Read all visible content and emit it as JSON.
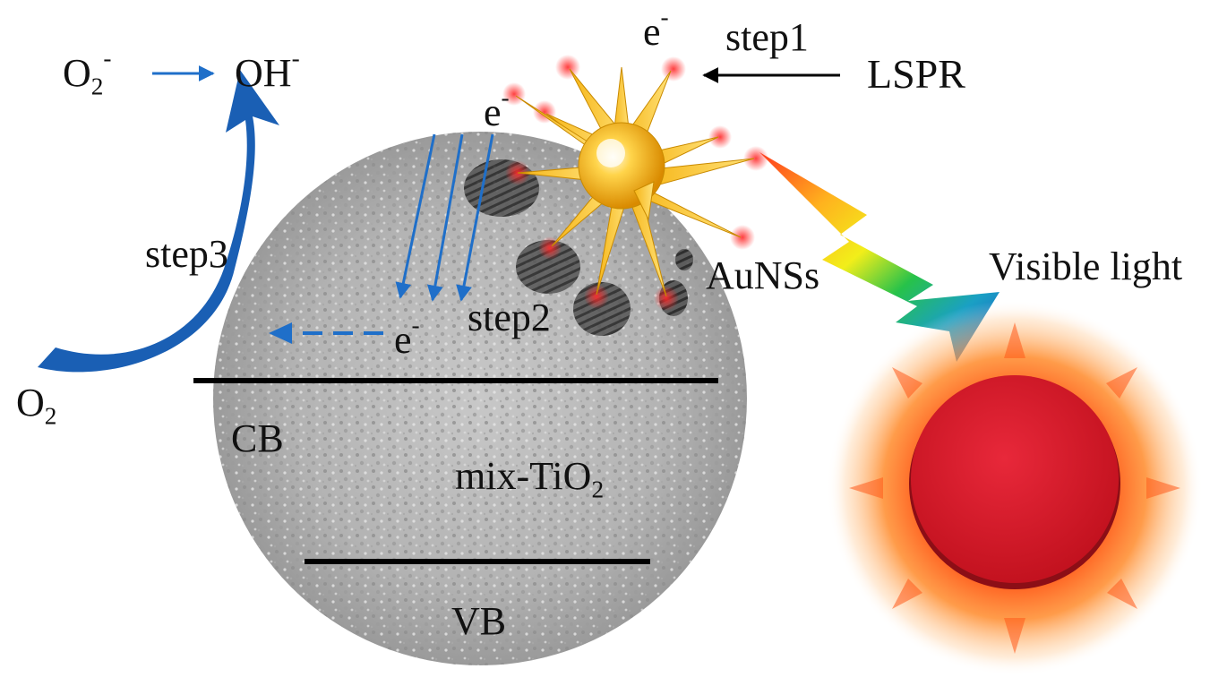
{
  "labels": {
    "superoxide": {
      "base": "O",
      "sub": "2",
      "sup": "-"
    },
    "hydroxide": {
      "base": "OH",
      "sup": "-"
    },
    "oxygen": {
      "base": "O",
      "sub": "2"
    },
    "step1": "step1",
    "step2": "step2",
    "step3": "step3",
    "lspr": "LSPR",
    "electron_top": {
      "base": "e",
      "sup": "-"
    },
    "electron_mid": {
      "base": "e",
      "sup": "-"
    },
    "electron_transfer": {
      "base": "e",
      "sup": "-"
    },
    "nanostar": "AuNSs",
    "visible_light": "Visible light",
    "conduction_band": "CB",
    "valence_band": "VB",
    "material": {
      "base": "mix-TiO",
      "sub": "2"
    }
  },
  "colors": {
    "arrow_blue": "#1f6fc9",
    "curve_blue": "#1a5fb4",
    "band_line": "#000000",
    "sun_core": "#d51a2a",
    "sun_glow": "#ff6a1a",
    "gold": "#f2b31b"
  }
}
